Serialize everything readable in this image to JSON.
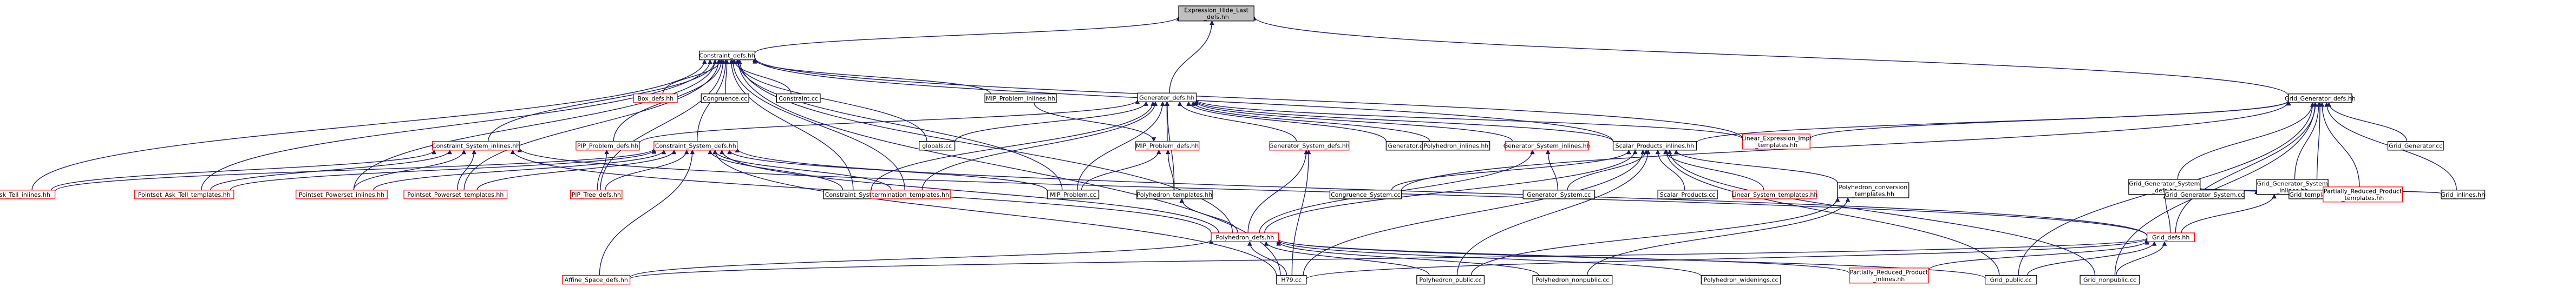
{
  "colors": {
    "edge": "#191970",
    "border_normal": "#000000",
    "border_missing": "#ff0000",
    "root_fill": "#bfbfbf",
    "background": "#ffffff"
  },
  "nodes": [
    {
      "id": "root",
      "lines": [
        "Expression_Hide_Last",
        "_defs.hh"
      ],
      "style": "gray"
    },
    {
      "id": "constraint_defs",
      "lines": [
        "Constraint_defs.hh"
      ],
      "style": "normal"
    },
    {
      "id": "grid_gen_defs",
      "lines": [
        "Grid_Generator_defs.hh"
      ],
      "style": "normal"
    },
    {
      "id": "generator_defs",
      "lines": [
        "Generator_defs.hh"
      ],
      "style": "normal"
    },
    {
      "id": "box_defs",
      "lines": [
        "Box_defs.hh"
      ],
      "style": "red"
    },
    {
      "id": "congruence_cc",
      "lines": [
        "Congruence.cc"
      ],
      "style": "normal"
    },
    {
      "id": "constraint_cc",
      "lines": [
        "Constraint.cc"
      ],
      "style": "normal"
    },
    {
      "id": "mip_inlines",
      "lines": [
        "MIP_Problem_inlines.hh"
      ],
      "style": "normal"
    },
    {
      "id": "globals_cc",
      "lines": [
        "globals.cc"
      ],
      "style": "normal"
    },
    {
      "id": "pip_problem_defs",
      "lines": [
        "PIP_Problem_defs.hh"
      ],
      "style": "red"
    },
    {
      "id": "mip_problem_defs",
      "lines": [
        "MIP_Problem_defs.hh"
      ],
      "style": "red"
    },
    {
      "id": "generator_system_defs",
      "lines": [
        "Generator_System_defs.hh"
      ],
      "style": "red"
    },
    {
      "id": "generator_cc",
      "lines": [
        "Generator.cc"
      ],
      "style": "normal"
    },
    {
      "id": "polyhedron_inlines",
      "lines": [
        "Polyhedron_inlines.hh"
      ],
      "style": "normal"
    },
    {
      "id": "generator_system_inlines",
      "lines": [
        "Generator_System_inlines.hh"
      ],
      "style": "red"
    },
    {
      "id": "scalar_products_inlines",
      "lines": [
        "Scalar_Products_inlines.hh"
      ],
      "style": "normal"
    },
    {
      "id": "linear_expression_impl",
      "lines": [
        "Linear_Expression_Impl",
        "_templates.hh"
      ],
      "style": "red"
    },
    {
      "id": "grid_generator_cc",
      "lines": [
        "Grid_Generator.cc"
      ],
      "style": "normal"
    },
    {
      "id": "constraint_system_inlines",
      "lines": [
        "Constraint_System_inlines.hh"
      ],
      "style": "red"
    },
    {
      "id": "constraint_system_defs",
      "lines": [
        "Constraint_System_defs.hh"
      ],
      "style": "red"
    },
    {
      "id": "pointset_ask_tell_inlines",
      "lines": [
        "Pointset_Ask_Tell_inlines.hh"
      ],
      "style": "red"
    },
    {
      "id": "pointset_ask_tell_templates",
      "lines": [
        "Pointset_Ask_Tell_templates.hh"
      ],
      "style": "red"
    },
    {
      "id": "pointset_powerset_inlines",
      "lines": [
        "Pointset_Powerset_inlines.hh"
      ],
      "style": "red"
    },
    {
      "id": "pointset_powerset_templates",
      "lines": [
        "Pointset_Powerset_templates.hh"
      ],
      "style": "red"
    },
    {
      "id": "pip_tree_defs",
      "lines": [
        "PIP_Tree_defs.hh"
      ],
      "style": "red"
    },
    {
      "id": "constraint_system_cc",
      "lines": [
        "Constraint_System.cc"
      ],
      "style": "normal"
    },
    {
      "id": "termination_templates",
      "lines": [
        "termination_templates.hh"
      ],
      "style": "red"
    },
    {
      "id": "mip_problem_cc",
      "lines": [
        "MIP_Problem.cc"
      ],
      "style": "normal"
    },
    {
      "id": "polyhedron_templates",
      "lines": [
        "Polyhedron_templates.hh"
      ],
      "style": "normal"
    },
    {
      "id": "congruence_system_cc",
      "lines": [
        "Congruence_System.cc"
      ],
      "style": "normal"
    },
    {
      "id": "generator_system_cc",
      "lines": [
        "Generator_System.cc"
      ],
      "style": "normal"
    },
    {
      "id": "scalar_products_cc",
      "lines": [
        "Scalar_Products.cc"
      ],
      "style": "normal"
    },
    {
      "id": "linear_system_templates",
      "lines": [
        "Linear_System_templates.hh"
      ],
      "style": "red"
    },
    {
      "id": "polyhedron_conversion",
      "lines": [
        "Polyhedron_conversion",
        "_templates.hh"
      ],
      "style": "normal"
    },
    {
      "id": "grid_generator_system_defs",
      "lines": [
        "Grid_Generator_System",
        "_defs.hh"
      ],
      "style": "normal"
    },
    {
      "id": "grid_generator_system_inlines",
      "lines": [
        "Grid_Generator_System",
        "_inlines.hh"
      ],
      "style": "normal"
    },
    {
      "id": "grid_generator_system_cc",
      "lines": [
        "Grid_Generator_System.cc"
      ],
      "style": "normal"
    },
    {
      "id": "grid_templates",
      "lines": [
        "Grid_templates.hh"
      ],
      "style": "normal"
    },
    {
      "id": "partially_reduced_templates",
      "lines": [
        "Partially_Reduced_Product",
        "_templates.hh"
      ],
      "style": "red"
    },
    {
      "id": "grid_inlines",
      "lines": [
        "Grid_inlines.hh"
      ],
      "style": "normal"
    },
    {
      "id": "polyhedron_defs",
      "lines": [
        "Polyhedron_defs.hh"
      ],
      "style": "red"
    },
    {
      "id": "grid_defs",
      "lines": [
        "Grid_defs.hh"
      ],
      "style": "red"
    },
    {
      "id": "affine_space_defs",
      "lines": [
        "Affine_Space_defs.hh"
      ],
      "style": "red"
    },
    {
      "id": "h79_cc",
      "lines": [
        "H79.cc"
      ],
      "style": "normal"
    },
    {
      "id": "polyhedron_public_cc",
      "lines": [
        "Polyhedron_public.cc"
      ],
      "style": "normal"
    },
    {
      "id": "polyhedron_nonpublic_cc",
      "lines": [
        "Polyhedron_nonpublic.cc"
      ],
      "style": "normal"
    },
    {
      "id": "polyhedron_widenings_cc",
      "lines": [
        "Polyhedron_widenings.cc"
      ],
      "style": "normal"
    },
    {
      "id": "partially_reduced_inlines",
      "lines": [
        "Partially_Reduced_Product",
        "_inlines.hh"
      ],
      "style": "red"
    },
    {
      "id": "grid_public_cc",
      "lines": [
        "Grid_public.cc"
      ],
      "style": "normal"
    },
    {
      "id": "grid_nonpublic_cc",
      "lines": [
        "Grid_nonpublic.cc"
      ],
      "style": "normal"
    }
  ],
  "edges": [
    [
      "constraint_defs",
      "root"
    ],
    [
      "grid_gen_defs",
      "root"
    ],
    [
      "generator_defs",
      "root"
    ],
    [
      "box_defs",
      "constraint_defs"
    ],
    [
      "congruence_cc",
      "constraint_defs"
    ],
    [
      "constraint_cc",
      "constraint_defs"
    ],
    [
      "mip_inlines",
      "constraint_defs"
    ],
    [
      "globals_cc",
      "constraint_defs"
    ],
    [
      "pip_problem_defs",
      "constraint_defs"
    ],
    [
      "constraint_system_inlines",
      "constraint_defs"
    ],
    [
      "constraint_system_defs",
      "constraint_defs"
    ],
    [
      "pointset_ask_tell_inlines",
      "constraint_defs"
    ],
    [
      "pointset_ask_tell_templates",
      "constraint_defs"
    ],
    [
      "pointset_powerset_inlines",
      "constraint_defs"
    ],
    [
      "pointset_powerset_templates",
      "constraint_defs"
    ],
    [
      "pip_tree_defs",
      "constraint_defs"
    ],
    [
      "constraint_system_cc",
      "constraint_defs"
    ],
    [
      "termination_templates",
      "constraint_defs"
    ],
    [
      "mip_problem_cc",
      "constraint_defs"
    ],
    [
      "scalar_products_inlines",
      "constraint_defs"
    ],
    [
      "linear_expression_impl",
      "constraint_defs"
    ],
    [
      "h79_cc",
      "constraint_defs"
    ],
    [
      "polyhedron_defs",
      "constraint_defs"
    ],
    [
      "globals_cc",
      "generator_defs"
    ],
    [
      "mip_problem_defs",
      "generator_defs"
    ],
    [
      "generator_system_defs",
      "generator_defs"
    ],
    [
      "generator_cc",
      "generator_defs"
    ],
    [
      "polyhedron_inlines",
      "generator_defs"
    ],
    [
      "generator_system_inlines",
      "generator_defs"
    ],
    [
      "scalar_products_inlines",
      "generator_defs"
    ],
    [
      "linear_expression_impl",
      "generator_defs"
    ],
    [
      "constraint_system_cc",
      "generator_defs"
    ],
    [
      "mip_problem_cc",
      "generator_defs"
    ],
    [
      "polyhedron_templates",
      "generator_defs"
    ],
    [
      "termination_templates",
      "generator_defs"
    ],
    [
      "pip_problem_defs",
      "generator_defs"
    ],
    [
      "grid_generator_cc",
      "grid_gen_defs"
    ],
    [
      "grid_generator_system_defs",
      "grid_gen_defs"
    ],
    [
      "grid_generator_system_inlines",
      "grid_gen_defs"
    ],
    [
      "scalar_products_inlines",
      "grid_gen_defs"
    ],
    [
      "linear_expression_impl",
      "grid_gen_defs"
    ],
    [
      "grid_templates",
      "grid_gen_defs"
    ],
    [
      "partially_reduced_templates",
      "grid_gen_defs"
    ],
    [
      "grid_inlines",
      "grid_gen_defs"
    ],
    [
      "grid_defs",
      "grid_gen_defs"
    ],
    [
      "grid_public_cc",
      "grid_gen_defs"
    ],
    [
      "grid_nonpublic_cc",
      "grid_gen_defs"
    ],
    [
      "congruence_system_cc",
      "grid_gen_defs"
    ],
    [
      "mip_problem_cc",
      "mip_problem_defs"
    ],
    [
      "mip_inlines",
      "mip_problem_defs"
    ],
    [
      "polyhedron_templates",
      "mip_problem_defs"
    ],
    [
      "h79_cc",
      "generator_system_defs"
    ],
    [
      "polyhedron_defs",
      "generator_system_defs"
    ],
    [
      "polyhedron_defs",
      "generator_system_inlines"
    ],
    [
      "generator_system_cc",
      "generator_system_inlines"
    ],
    [
      "congruence_system_cc",
      "scalar_products_inlines"
    ],
    [
      "generator_system_cc",
      "scalar_products_inlines"
    ],
    [
      "scalar_products_cc",
      "scalar_products_inlines"
    ],
    [
      "linear_system_templates",
      "scalar_products_inlines"
    ],
    [
      "polyhedron_conversion",
      "scalar_products_inlines"
    ],
    [
      "grid_public_cc",
      "scalar_products_inlines"
    ],
    [
      "polyhedron_public_cc",
      "scalar_products_inlines"
    ],
    [
      "polyhedron_defs",
      "scalar_products_inlines"
    ],
    [
      "h79_cc",
      "scalar_products_inlines"
    ],
    [
      "grid_nonpublic_cc",
      "scalar_products_inlines"
    ],
    [
      "pointset_ask_tell_inlines",
      "constraint_system_inlines"
    ],
    [
      "pointset_powerset_inlines",
      "constraint_system_inlines"
    ],
    [
      "pointset_ask_tell_templates",
      "constraint_system_inlines"
    ],
    [
      "pointset_powerset_templates",
      "constraint_system_inlines"
    ],
    [
      "polyhedron_defs",
      "constraint_system_inlines"
    ],
    [
      "grid_defs",
      "constraint_system_inlines"
    ],
    [
      "pointset_ask_tell_inlines",
      "constraint_system_defs"
    ],
    [
      "pointset_ask_tell_templates",
      "constraint_system_defs"
    ],
    [
      "pointset_powerset_inlines",
      "constraint_system_defs"
    ],
    [
      "pointset_powerset_templates",
      "constraint_system_defs"
    ],
    [
      "pip_tree_defs",
      "constraint_system_defs"
    ],
    [
      "constraint_system_cc",
      "constraint_system_defs"
    ],
    [
      "termination_templates",
      "constraint_system_defs"
    ],
    [
      "mip_problem_cc",
      "constraint_system_defs"
    ],
    [
      "polyhedron_defs",
      "constraint_system_defs"
    ],
    [
      "affine_space_defs",
      "constraint_system_defs"
    ],
    [
      "grid_defs",
      "constraint_system_defs"
    ],
    [
      "h79_cc",
      "constraint_system_defs"
    ],
    [
      "pip_tree_defs",
      "pip_problem_defs"
    ],
    [
      "polyhedron_defs",
      "polyhedron_templates"
    ],
    [
      "polyhedron_public_cc",
      "polyhedron_conversion"
    ],
    [
      "polyhedron_nonpublic_cc",
      "polyhedron_conversion"
    ],
    [
      "grid_generator_system_cc",
      "grid_generator_system_defs"
    ],
    [
      "grid_templates",
      "grid_generator_system_defs"
    ],
    [
      "grid_defs",
      "grid_generator_system_defs"
    ],
    [
      "partially_reduced_templates",
      "grid_generator_system_defs"
    ],
    [
      "grid_generator_system_cc",
      "grid_generator_system_inlines"
    ],
    [
      "grid_inlines",
      "grid_generator_system_inlines"
    ],
    [
      "grid_defs",
      "grid_generator_system_inlines"
    ],
    [
      "affine_space_defs",
      "polyhedron_defs"
    ],
    [
      "h79_cc",
      "polyhedron_defs"
    ],
    [
      "polyhedron_public_cc",
      "polyhedron_defs"
    ],
    [
      "polyhedron_nonpublic_cc",
      "polyhedron_defs"
    ],
    [
      "polyhedron_widenings_cc",
      "polyhedron_defs"
    ],
    [
      "partially_reduced_inlines",
      "polyhedron_defs"
    ],
    [
      "grid_public_cc",
      "polyhedron_defs"
    ],
    [
      "affine_space_defs",
      "grid_defs"
    ],
    [
      "partially_reduced_inlines",
      "grid_defs"
    ],
    [
      "grid_public_cc",
      "grid_defs"
    ],
    [
      "grid_nonpublic_cc",
      "grid_defs"
    ],
    [
      "h79_cc",
      "grid_defs"
    ]
  ]
}
